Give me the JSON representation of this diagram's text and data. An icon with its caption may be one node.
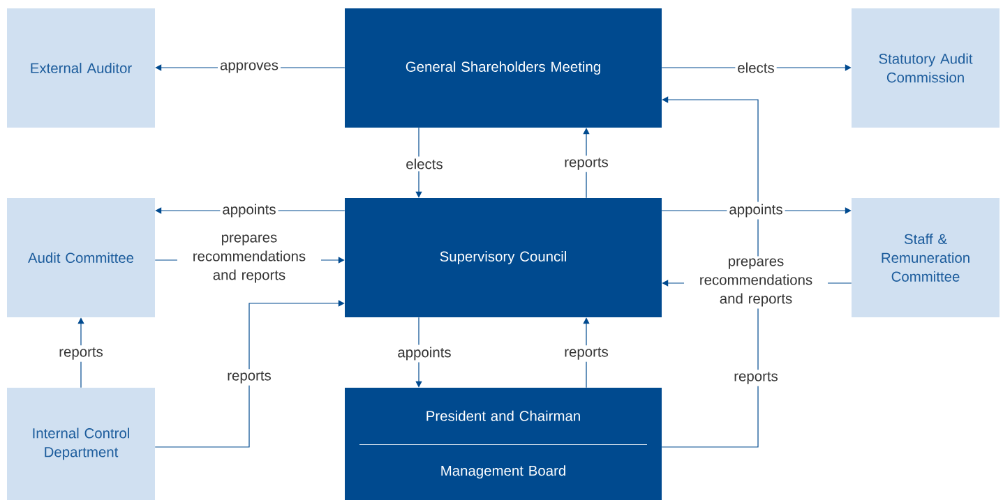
{
  "diagram": {
    "nodes": [
      {
        "text": [
          "External Auditor"
        ]
      },
      {
        "text": [
          "General Shareholders Meeting"
        ]
      },
      {
        "text": [
          "Statutory Audit Commission"
        ]
      },
      {
        "text": [
          "Audit Committee"
        ]
      },
      {
        "text": [
          "Supervisory Council"
        ]
      },
      {
        "text": [
          "Staff & Remuneration Committee"
        ]
      },
      {
        "text": [
          "Internal Control Department"
        ]
      },
      {
        "text": [
          "President and Chairman",
          "Management Board"
        ]
      }
    ],
    "edges": [
      {
        "from": 1,
        "to": 0,
        "arrow": "to",
        "label": "approves"
      },
      {
        "from": 1,
        "to": 2,
        "arrow": "to",
        "label": "elects"
      },
      {
        "from": 1,
        "to": 4,
        "arrow": "to",
        "label": "elects"
      },
      {
        "from": 4,
        "to": 1,
        "arrow": "to",
        "label": "reports"
      },
      {
        "from": 4,
        "to": 3,
        "arrow": "to",
        "label": "appoints"
      },
      {
        "from": 3,
        "to": 4,
        "arrow": "to",
        "label": "prepares recommendations and reports"
      },
      {
        "from": 4,
        "to": 5,
        "arrow": "to",
        "label": "appoints"
      },
      {
        "from": 5,
        "to": 4,
        "arrow": "to",
        "label": "prepares recommendations and reports"
      },
      {
        "from": 7,
        "to": 1,
        "arrow": "to",
        "label": "reports"
      },
      {
        "from": 4,
        "to": 7,
        "arrow": "to",
        "label": "appoints"
      },
      {
        "from": 7,
        "to": 4,
        "arrow": "to",
        "label": "reports"
      },
      {
        "from": 6,
        "to": 3,
        "arrow": "to",
        "label": "reports"
      },
      {
        "from": 6,
        "to": 4,
        "arrow": "to",
        "label": "reports"
      }
    ]
  }
}
